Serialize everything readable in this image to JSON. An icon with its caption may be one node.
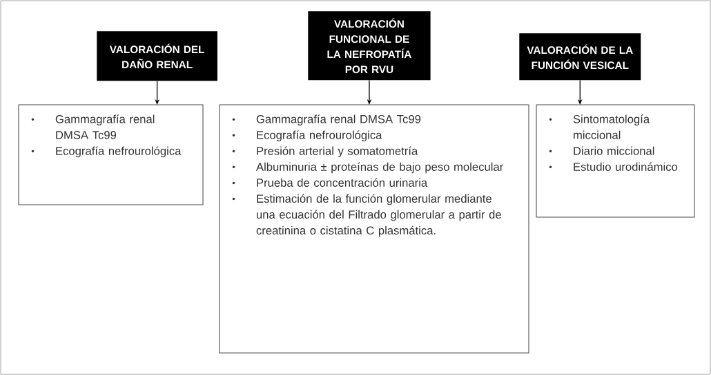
{
  "diagram": {
    "nodes": [
      {
        "text": [
          "VALORACIÓN DEL DAÑO RENAL"
        ]
      },
      {
        "text": [
          "VALORACIÓN FUNCIONAL DE LA NEFROPATÍA POR RVU"
        ]
      },
      {
        "text": [
          "VALORACIÓN DE LA FUNCIÓN VESICAL"
        ]
      },
      {
        "text": [
          "Gammagrafía renal DMSA Tc99",
          "Ecografía nefrourológica"
        ]
      },
      {
        "text": [
          "Gammagrafía renal DMSA Tc99",
          "Ecografía nefrourológica",
          "Presión arterial y somatometría",
          "Albuminuria ± proteínas de bajo peso molecular",
          "Prueba de concentración urinaria",
          "Estimación de la función glomerular mediante una ecuación del Filtrado glomerular a partir de creatinina o cistatina C plasmática."
        ]
      },
      {
        "text": [
          "Sintomatología miccional",
          "Diario miccional",
          "Estudio urodinámico"
        ]
      }
    ],
    "edges": [
      {
        "from": 0,
        "to": 3,
        "arrow": "to"
      },
      {
        "from": 1,
        "to": 4,
        "arrow": "to"
      },
      {
        "from": 2,
        "to": 5,
        "arrow": "to"
      }
    ]
  }
}
